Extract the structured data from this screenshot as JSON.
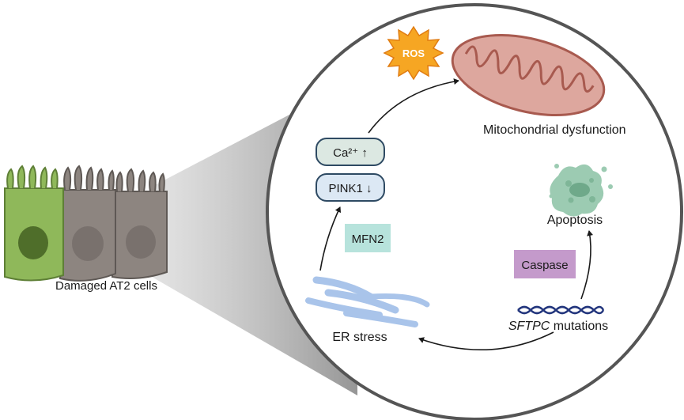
{
  "labels": {
    "damaged_cells": "Damaged AT2 cells",
    "ros": "ROS",
    "mito": "Mitochondrial dysfunction",
    "calcium": "Ca²⁺ ↑",
    "pink1": "PINK1 ↓",
    "mfn2": "MFN2",
    "apoptosis": "Apoptosis",
    "caspase": "Caspase",
    "sftpc_italic": "SFTPC",
    "sftpc_rest": " mutations",
    "er_stress": "ER stress"
  },
  "colors": {
    "cell_green": "#8fb85a",
    "cell_gray": "#8d8580",
    "mito_fill": "#dda79e",
    "mito_stroke": "#a85a4f",
    "ros_fill": "#f6a623",
    "er_blue": "#a9c4ea",
    "mfn2_box": "#b7e3dc",
    "caspase_box": "#c49acb",
    "dna_blue": "#23367d",
    "apoptosis_green": "#9ccbb2"
  }
}
